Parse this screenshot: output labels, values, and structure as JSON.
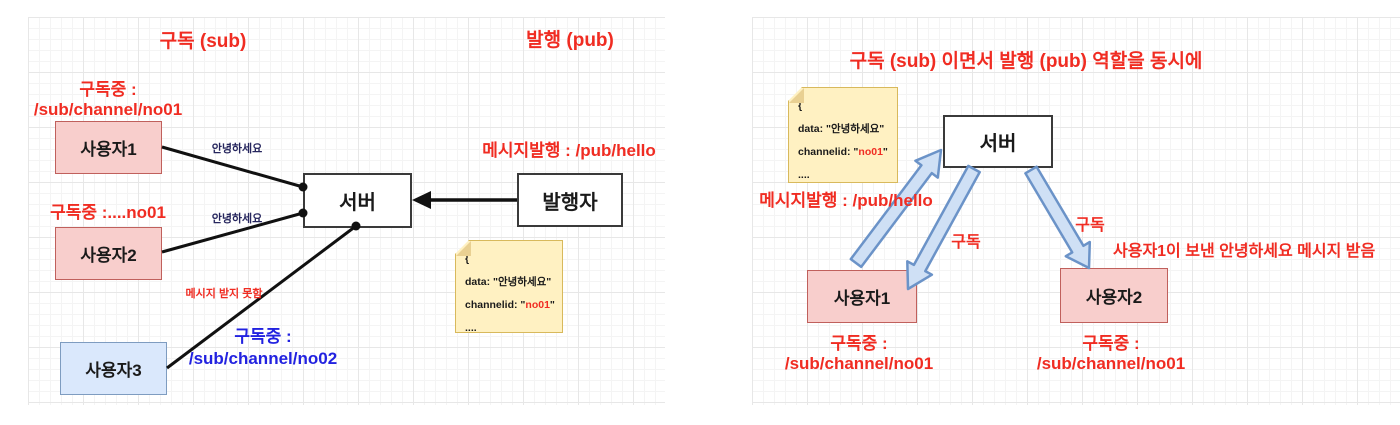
{
  "colors": {
    "red_text": "#f02c22",
    "navy_text": "#26265e",
    "blue_text": "#2222e0",
    "pink_fill": "#f8cecc",
    "pink_stroke": "#c0605c",
    "lightblue_fill": "#dae8fc",
    "lightblue_stroke": "#7e9cc0",
    "note_fill": "#fff1c2",
    "note_stroke": "#d8b95c",
    "block_arrow_fill": "#cfe0f5",
    "block_arrow_stroke": "#6b93c8",
    "connector_black": "#111111"
  },
  "left": {
    "title_sub": "구독 (sub)",
    "title_pub": "발행 (pub)",
    "user1": {
      "label": "사용자1",
      "caption_line1": "구독중 :",
      "caption_line2": "/sub/channel/no01"
    },
    "user2": {
      "label": "사용자2",
      "caption": "구독중 :....no01"
    },
    "user3": {
      "label": "사용자3",
      "caption_line1": "구독중 :",
      "caption_line2": "/sub/channel/no02"
    },
    "server_label": "서버",
    "publisher_label": "발행자",
    "publish_caption": "메시지발행 : /pub/hello",
    "edge_hello_1": "안녕하세요",
    "edge_hello_2": "안녕하세요",
    "edge_not_received": "메시지 받지 못함",
    "note": {
      "l1": "{",
      "l2": "data: \"안녕하세요\"",
      "l3a": "channelid: \"",
      "l3b": "no01",
      "l3c": "\"",
      "l4": "...."
    }
  },
  "right": {
    "title": "구독 (sub) 이면서 발행 (pub) 역할을 동시에",
    "server_label": "서버",
    "user1": {
      "label": "사용자1",
      "caption_line1": "구독중 :",
      "caption_line2": "/sub/channel/no01"
    },
    "user2": {
      "label": "사용자2",
      "caption_line1": "구독중 :",
      "caption_line2": "/sub/channel/no01"
    },
    "publish_caption": "메시지발행 : /pub/hello",
    "edge_sub_1": "구독",
    "edge_sub_2": "구독",
    "received_caption": "사용자1이 보낸 안녕하세요 메시지 받음",
    "note": {
      "l1": "{",
      "l2": "data: \"안녕하세요\"",
      "l3a": "channelid: \"",
      "l3b": "no01",
      "l3c": "\"",
      "l4": "...."
    }
  }
}
